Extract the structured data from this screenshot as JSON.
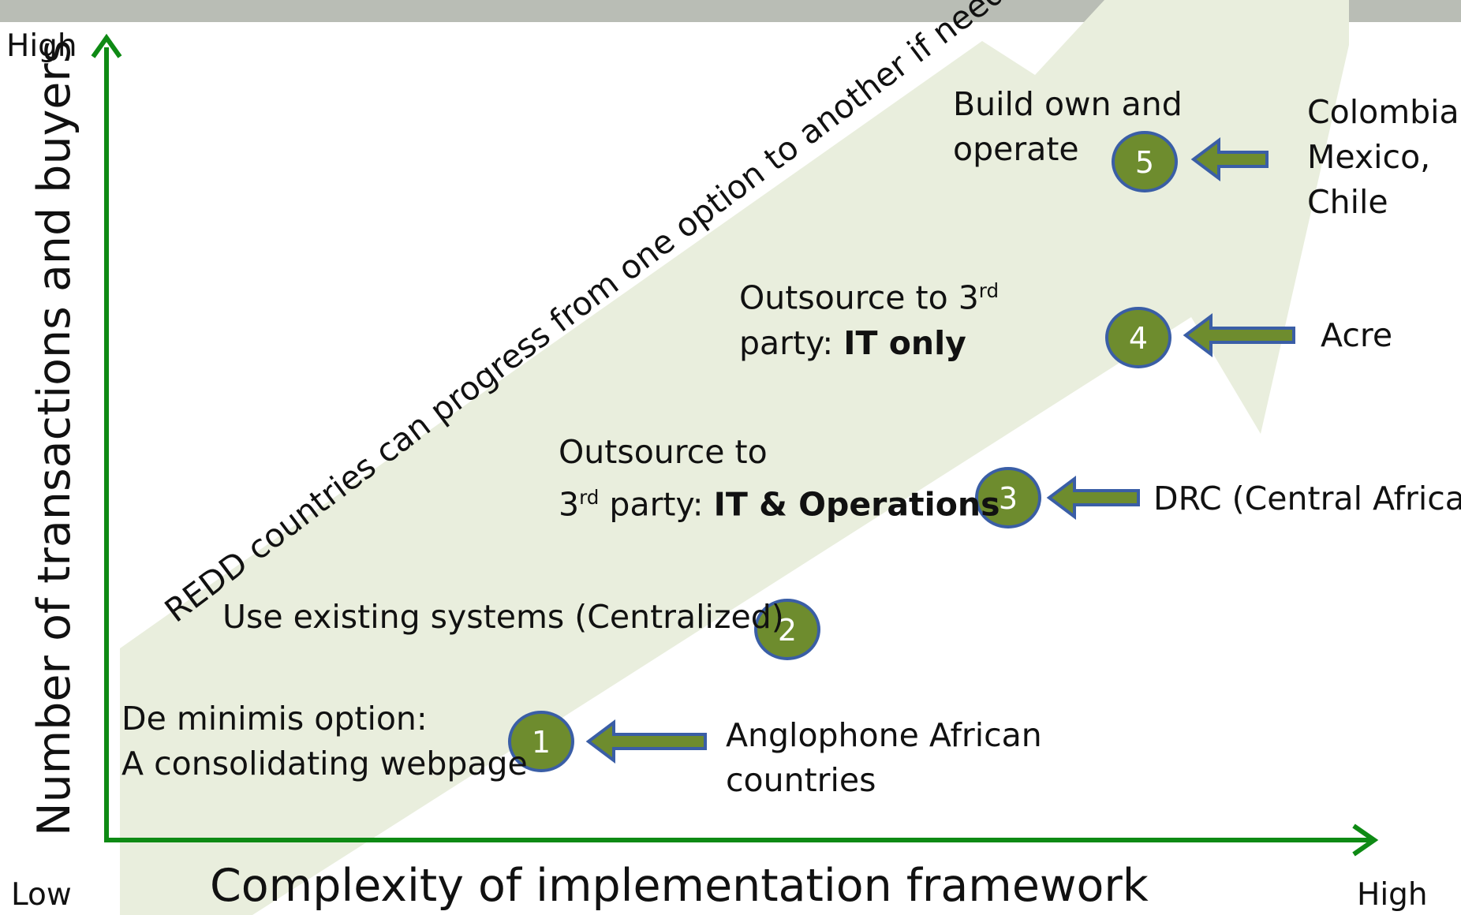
{
  "header_strip_color": "#b9bdb5",
  "colors": {
    "axis": "#0e8a14",
    "band": "#e9eedd",
    "circle_fill": "#6e8c2e",
    "circle_stroke": "#3a5ea6",
    "arrow_fill": "#6e8c2e",
    "arrow_stroke": "#3a5ea6"
  },
  "axes": {
    "y_title": "Number of transactions and buyers",
    "x_title": "Complexity of implementation framework",
    "y_high": "High",
    "x_high": "High",
    "low": "Low"
  },
  "progression_text": "REDD countries can progress from one option to another if needed",
  "options": [
    {
      "number": "1",
      "line1": "De minimis option:",
      "line2": "A consolidating webpage"
    },
    {
      "number": "2",
      "line1": "Use existing systems (Centralized)"
    },
    {
      "number": "3",
      "line1": "Outsource to",
      "line2_pre": "3",
      "line2_sup": "rd",
      "line2_mid": " party: ",
      "line2_bold": "IT & Operations"
    },
    {
      "number": "4",
      "line1_pre": "Outsource to 3",
      "line1_sup": "rd",
      "line2_pre": "party: ",
      "line2_bold": "IT only"
    },
    {
      "number": "5",
      "line1": "Build own and",
      "line2": "operate"
    }
  ],
  "examples": [
    {
      "option": "1",
      "line1": "Anglophone African",
      "line2": "countries"
    },
    {
      "option": "3",
      "line1": "DRC (Central Africa)"
    },
    {
      "option": "4",
      "line1": "Acre"
    },
    {
      "option": "5",
      "line1": "Colombia",
      "line2": "Mexico,",
      "line3": "Chile"
    }
  ]
}
